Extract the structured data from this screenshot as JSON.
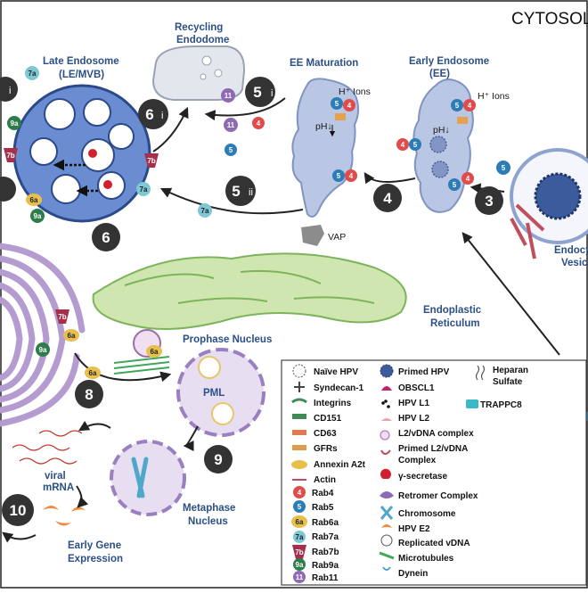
{
  "diagram": {
    "title": "CYTOSOL"
  },
  "labels": {
    "late_endosome_line1": "Late Endosome",
    "late_endosome_line2": "(LE/MVB)",
    "recycling_line1": "Recycling",
    "recycling_line2": "Endodome",
    "ee_maturation": "EE Maturation",
    "early_endosome_line1": "Early Endosome",
    "early_endosome_line2": "(EE)",
    "h_ions": "H⁺ Ions",
    "ph": "pH↓",
    "endocytic_line1": "Endocytic",
    "endocytic_line2": "Vesicle",
    "vap": "VAP",
    "er_line1": "Endoplastic",
    "er_line2": "Reticulum",
    "prophase_nucleus": "Prophase Nucleus",
    "pml": "PML",
    "metaphase_line1": "Metaphase",
    "metaphase_line2": "Nucleus",
    "viral_mrna_line1": "viral",
    "viral_mrna_line2": "mRNA",
    "early_gene_line1": "Early Gene",
    "early_gene_line2": "Expression"
  },
  "steps": {
    "s3": "3",
    "s4": "4",
    "s5": "5",
    "s6": "6",
    "s8": "8",
    "s9": "9",
    "s10": "10",
    "sub_i": "i",
    "sub_ii": "ii"
  },
  "rabs": {
    "r4": "4",
    "r5": "5",
    "r6a": "6a",
    "r7a": "7a",
    "r7b": "7b",
    "r9a": "9a",
    "r11": "11"
  },
  "legend": {
    "col1": [
      "Naïve HPV",
      "Syndecan-1",
      "Integrins",
      "CD151",
      "CD63",
      "GFRs",
      "Annexin A2t",
      "Actin",
      "Rab4",
      "Rab5",
      "Rab6a",
      "Rab7a",
      "Rab7b",
      "Rab9a",
      "Rab11"
    ],
    "col2": [
      "Primed HPV",
      "OBSCL1",
      "HPV L1",
      "HPV L2",
      "L2/vDNA complex",
      "Primed L2/vDNA",
      "Complex",
      "γ-secretase",
      "Retromer Complex",
      "Chromosome",
      "HPV E2",
      "Replicated vDNA",
      "Microtubules",
      "Dynein"
    ],
    "col3": [
      "Heparan",
      "Sulfate",
      "TRAPPC8"
    ]
  }
}
